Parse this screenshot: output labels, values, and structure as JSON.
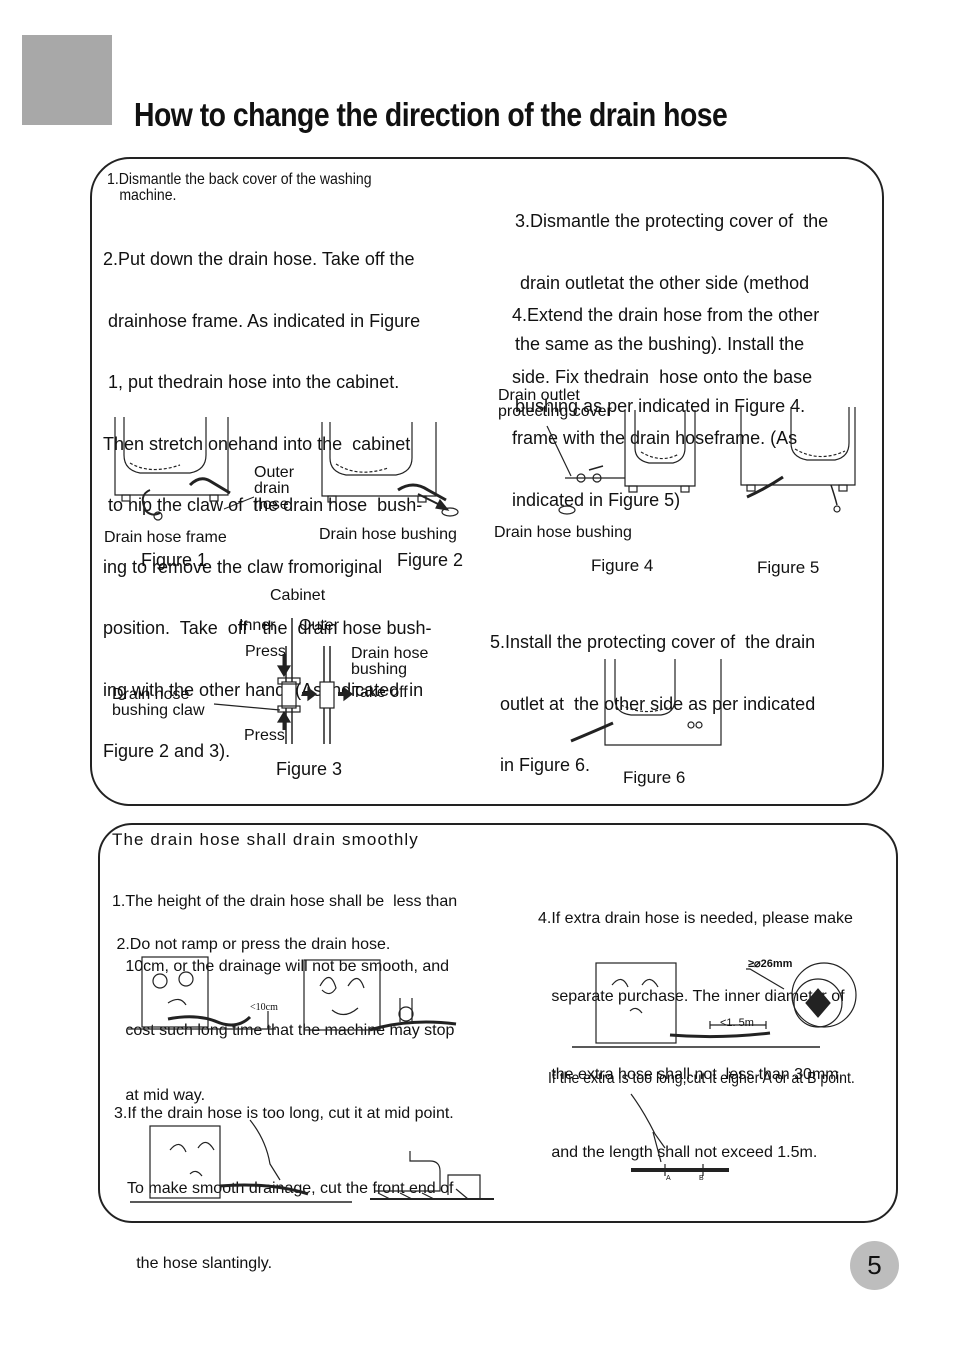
{
  "header": {
    "title": "How to change the direction of the drain hose"
  },
  "top_panel": {
    "step1_line1": "1.Dismantle the back cover of the washing",
    "step1_line2": "machine.",
    "step2_lines": [
      "2.Put down the drain hose. Take off the",
      " drainhose frame. As indicated in Figure",
      " 1, put thedrain hose into the cabinet.",
      "Then stretch onehand into the  cabinet",
      " to nip the claw of  the drain hose  bush-",
      "ing to remove the claw fromoriginal",
      "position.  Take  off   the  drain hose bush-",
      "ing with the other hand. (As indicated  in",
      "Figure 2 and 3)."
    ],
    "step3_lines": [
      "3.Dismantle the protecting cover of  the",
      " drain outletat the other side (method",
      "the same as the bushing). Install the",
      "bushing as per indicated in Figure 4."
    ],
    "step4_lines": [
      "4.Extend the drain hose from the other",
      "side. Fix thedrain  hose onto the base",
      "frame with the drain hoseframe. (As",
      "indicated in Figure 5)"
    ],
    "step5_lines": [
      "5.Install the protecting cover of  the drain",
      "  outlet at  the other side as per indicated",
      "  in Figure 6."
    ],
    "labels": {
      "outer_drain_hose": [
        "Outer",
        "drain",
        "hose"
      ],
      "drain_hose_frame": "Drain hose frame",
      "drain_hose_bushing": "Drain hose bushing",
      "drain_outlet_cover": [
        "Drain outlet",
        "protecting cover"
      ],
      "drain_hose_bushing_fig4": "Drain hose bushing",
      "cabinet": "Cabinet",
      "inner": "Inner",
      "outer": "Outer",
      "press": "Press",
      "press2": "Press",
      "bushing_right": [
        "Drain hose",
        "bushing"
      ],
      "take_off": "Take off",
      "bushing_claw": [
        "Drain hose",
        "bushing claw"
      ]
    },
    "figures": {
      "fig1": "Figure 1",
      "fig2": "Figure 2",
      "fig3": "Figure 3",
      "fig4": "Figure 4",
      "fig5": "Figure 5",
      "fig6": "Figure 6"
    }
  },
  "bottom_panel": {
    "heading": "The drain hose shall drain smoothly",
    "item1_lines": [
      "1.The height of the drain hose shall be  less than",
      "   10cm, or the drainage will not be smooth, and",
      "   cost such long time that the machine may stop",
      "   at mid way."
    ],
    "item2": " 2.Do not ramp or press the drain hose.",
    "item3_lines": [
      "3.If the drain hose is too long, cut it at mid point.",
      "   To make smooth drainage, cut the front end of",
      "     the hose slantingly."
    ],
    "item4_lines": [
      "4.If extra drain hose is needed, please make",
      "   separate purchase. The inner diameter of",
      "   the extra hose shall not  less than 30mm,",
      "   and the length shall not exceed 1.5m."
    ],
    "note": "If the extra is too long,cut it eigher A or at B point.",
    "dim_10cm": "<10cm",
    "dim_15m": "<1. 5m",
    "dim_26mm": "≥⌀26mm",
    "point_a": "A",
    "point_b": "B"
  },
  "page_number": "5"
}
